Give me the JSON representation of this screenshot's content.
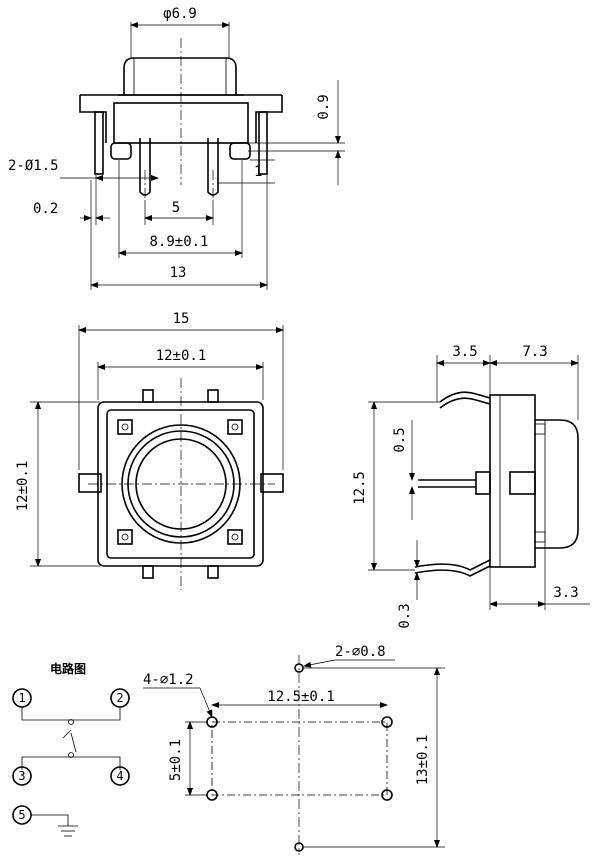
{
  "top_view": {
    "cap_diameter": "φ6.9",
    "pin_hole": "2-Ø1.5",
    "pin_offset": "0.2",
    "pin_spacing": "5",
    "pin_span": "8.9±0.1",
    "body_width": "13",
    "cap_gap": "0.9",
    "pin_step": "1"
  },
  "front_view": {
    "total_width": "15",
    "body_width": "12±0.1",
    "body_height": "12±0.1"
  },
  "side_view": {
    "lead_depth": "3.5",
    "body_depth": "7.3",
    "height": "12.5",
    "lead_thickness": "0.5",
    "lead_tip": "0.3",
    "bottom_offset": "3.3"
  },
  "circuit": {
    "title": "电路图",
    "terminals": [
      "1",
      "2",
      "3",
      "4",
      "5"
    ]
  },
  "footprint": {
    "pin_holes": "4-⌀1.2",
    "mount_holes": "2-⌀0.8",
    "x_spacing": "12.5±0.1",
    "y_spacing": "5±0.1",
    "total_height": "13±0.1"
  }
}
